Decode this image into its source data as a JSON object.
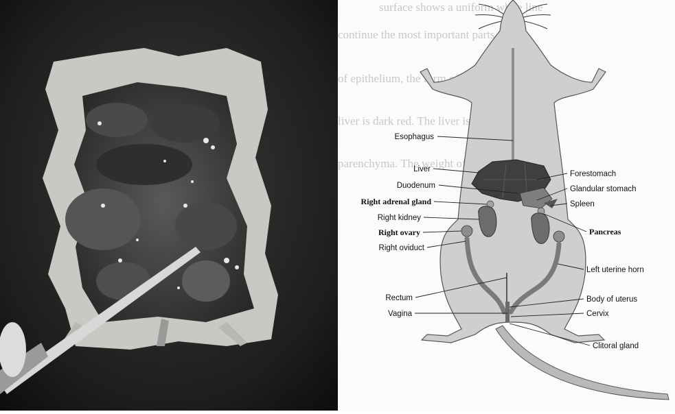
{
  "labels": {
    "esophagus": "Esophagus",
    "liver": "Liver",
    "duodenum": "Duodenum",
    "right_adrenal_gland": "Right adrenal gland",
    "right_kidney": "Right kidney",
    "right_ovary": "Right ovary",
    "right_oviduct": "Right oviduct",
    "rectum": "Rectum",
    "vagina": "Vagina",
    "forestomach": "Forestomach",
    "glandular_stomach": "Glandular stomach",
    "spleen": "Spleen",
    "pancreas": "Pancreas",
    "left_uterine_horn": "Left uterine horn",
    "body_of_uterus": "Body of uterus",
    "cervix": "Cervix",
    "clitoral_gland": "Clitoral gland"
  },
  "background_text_lines": [
    "surface shows a uniform white line",
    "continue the most important parts",
    "of epithelium, the form of a rectal",
    "liver is dark red. The liver is hard",
    "parenchyma. The weight of the liver is of"
  ]
}
